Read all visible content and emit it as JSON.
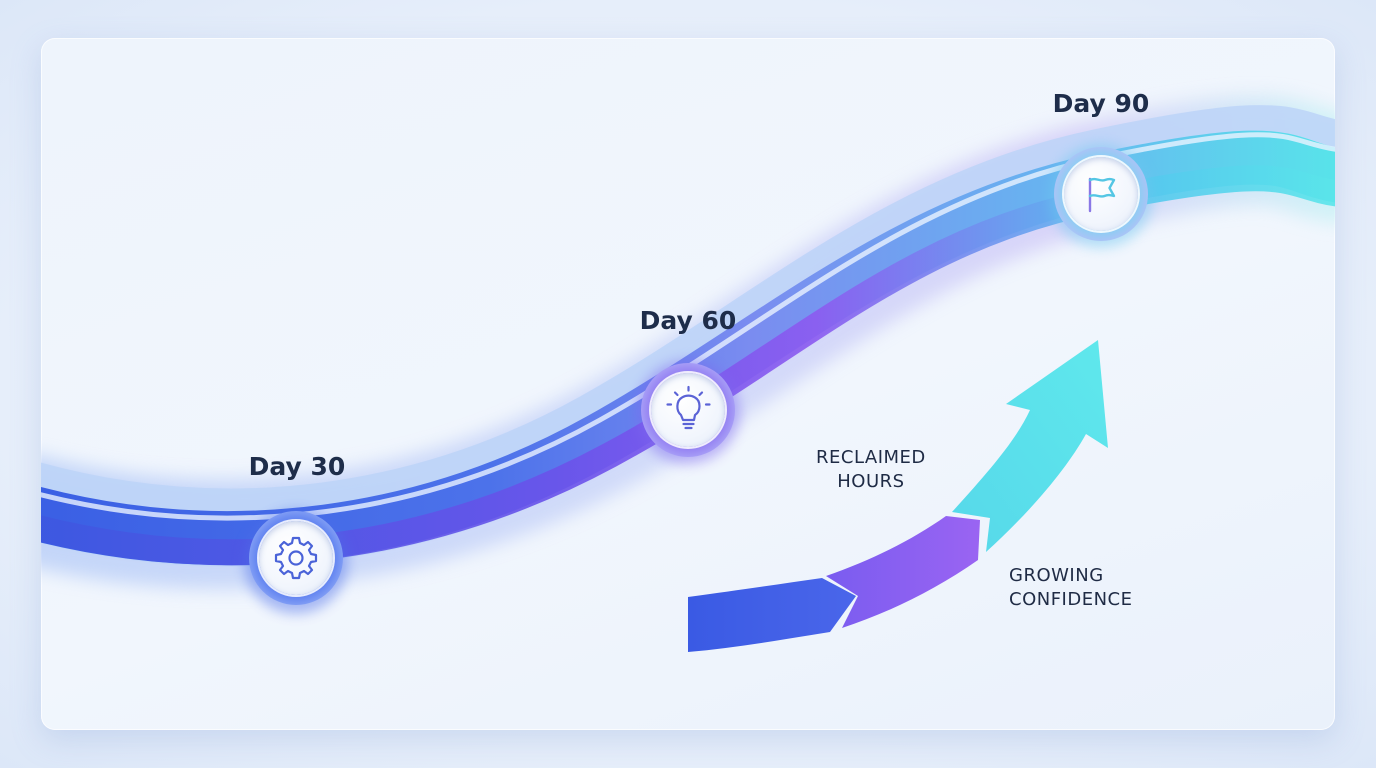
{
  "milestones": [
    {
      "label": "Day 30",
      "icon": "gear-icon"
    },
    {
      "label": "Day 60",
      "icon": "lightbulb-icon"
    },
    {
      "label": "Day 90",
      "icon": "flag-icon"
    }
  ],
  "growth_arrow": {
    "label_upper": [
      "RECLAIMED",
      "HOURS"
    ],
    "label_lower": [
      "GROWING",
      "CONFIDENCE"
    ]
  },
  "colors": {
    "path_blue": "#3d63e6",
    "path_purple": "#8a5cf0",
    "path_cyan": "#4fe0e8",
    "text_dark": "#1e2d4a"
  }
}
